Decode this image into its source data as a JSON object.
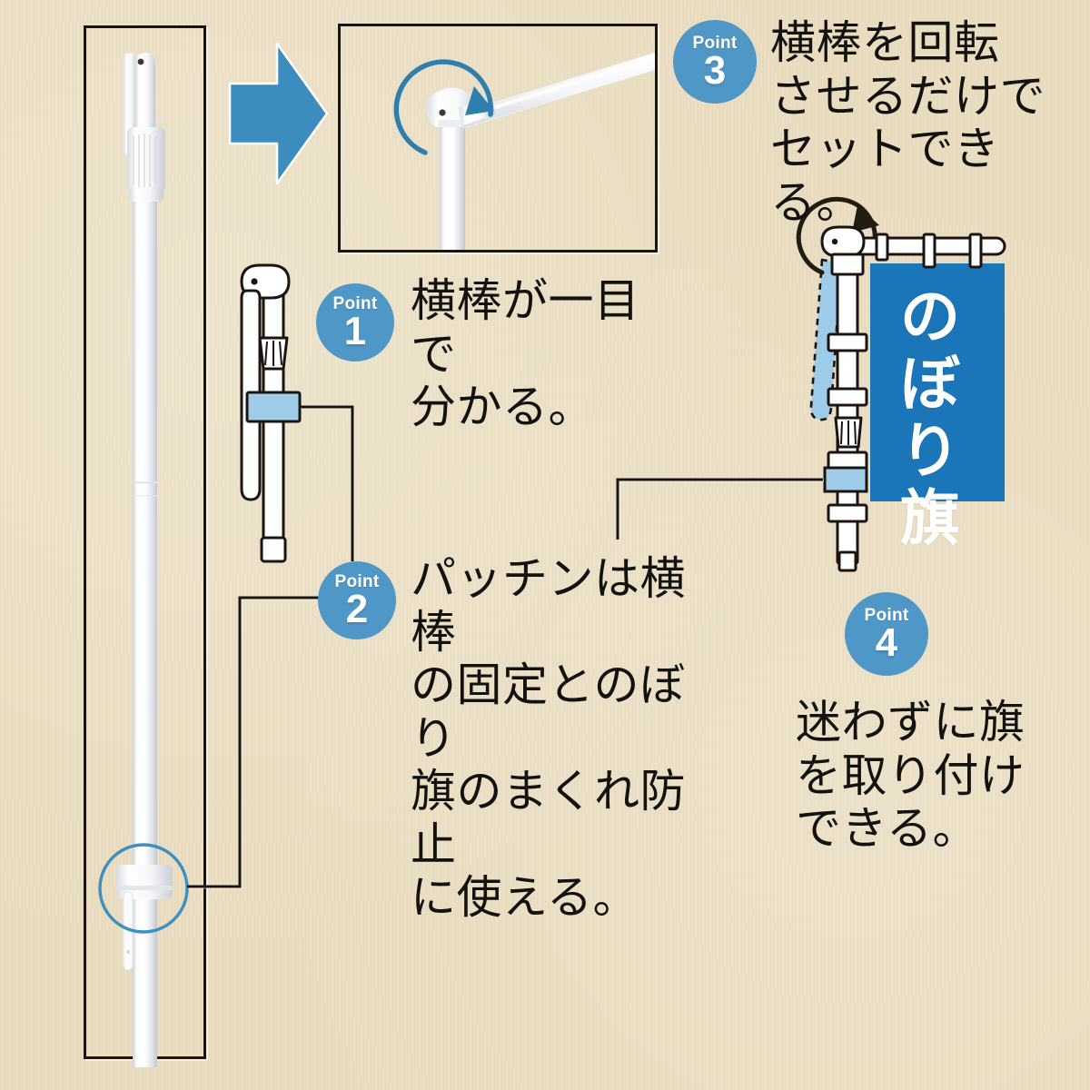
{
  "background_color": "#e9dcbf",
  "accent_blue": "#2b7cb5",
  "badge_blue": "#4f97c6",
  "clip_blue": "#9ecbe8",
  "arrow_blue": "#3d8cbe",
  "line_color": "#1b1411",
  "points": [
    {
      "id": "point-1",
      "word": "Point",
      "number": "1",
      "caption": "横棒が一目で\n分かる。"
    },
    {
      "id": "point-2",
      "word": "Point",
      "number": "2",
      "caption": "パッチンは横棒\nの固定とのぼり\n旗のまくれ防止\nに使える。"
    },
    {
      "id": "point-3",
      "word": "Point",
      "number": "3",
      "caption": "横棒を回転\nさせるだけで\nセットできる。"
    },
    {
      "id": "point-4",
      "word": "Point",
      "number": "4",
      "caption": "迷わずに旗\nを取り付け\nできる。"
    }
  ],
  "flag": {
    "text": "のぼり旗",
    "fill_color": "#1a76b8"
  },
  "illustrations": {
    "pole_panel_label": "telescopic-pole-photo",
    "inset_panel_label": "crossbar-joint-closeup-photo",
    "crossbar_label": "crossbar-diagram",
    "flag_assembly_label": "flag-assembly-diagram"
  }
}
